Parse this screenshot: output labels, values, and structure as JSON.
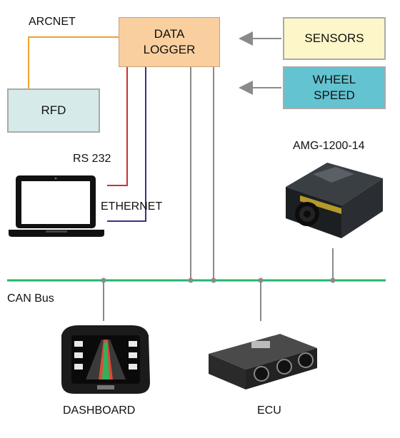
{
  "nodes": {
    "data_logger": "DATA\nLOGGER",
    "sensors": "SENSORS",
    "wheel_speed": "WHEEL\nSPEED",
    "rfd": "RFD"
  },
  "labels": {
    "arcnet": "ARCNET",
    "rs232": "RS 232",
    "ethernet": "ETHERNET",
    "amg": "AMG-1200-14",
    "can_bus": "CAN Bus",
    "dashboard": "DASHBOARD",
    "ecu": "ECU"
  },
  "colors": {
    "arcnet_line": "#f0a22e",
    "rs232_line": "#d03030",
    "ethernet_line": "#3b2f86",
    "can_bus_line": "#1fb86a",
    "connector_line": "#8a8a8a",
    "data_logger_fill": "#f9cf9f",
    "sensors_fill": "#fdf6c8",
    "wheel_speed_fill": "#63c3d1",
    "rfd_fill": "#d6eaea"
  }
}
